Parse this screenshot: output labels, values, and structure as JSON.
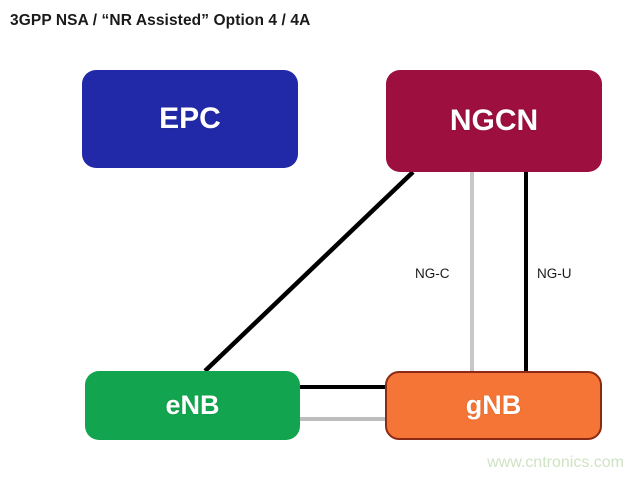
{
  "title": "3GPP NSA / “NR Assisted”  Option 4 / 4A",
  "nodes": {
    "epc": {
      "label": "EPC",
      "color": "#2229a8"
    },
    "ngcn": {
      "label": "NGCN",
      "color": "#9c0f3e"
    },
    "enb": {
      "label": "eNB",
      "color": "#12a44e"
    },
    "gnb": {
      "label": "gNB",
      "color": "#f47535"
    }
  },
  "interfaces": {
    "ng_c": {
      "label": "NG-C",
      "color": "#c8c8c8",
      "from": "ngcn",
      "to": "gnb"
    },
    "ng_u": {
      "label": "NG-U",
      "color": "#000000",
      "from": "ngcn",
      "to": "gnb"
    }
  },
  "links": [
    {
      "name": "ngcn-enb",
      "from": "ngcn",
      "to": "enb",
      "color": "#000000",
      "style": "diagonal"
    },
    {
      "name": "ng-c",
      "from": "ngcn",
      "to": "gnb",
      "color": "#c8c8c8",
      "style": "vertical"
    },
    {
      "name": "ng-u",
      "from": "ngcn",
      "to": "gnb",
      "color": "#000000",
      "style": "vertical"
    },
    {
      "name": "enb-gnb-black",
      "from": "enb",
      "to": "gnb",
      "color": "#000000",
      "style": "horizontal"
    },
    {
      "name": "enb-gnb-gray",
      "from": "enb",
      "to": "gnb",
      "color": "#bdbdbd",
      "style": "horizontal"
    }
  ],
  "watermark": "www.cntronics.com"
}
